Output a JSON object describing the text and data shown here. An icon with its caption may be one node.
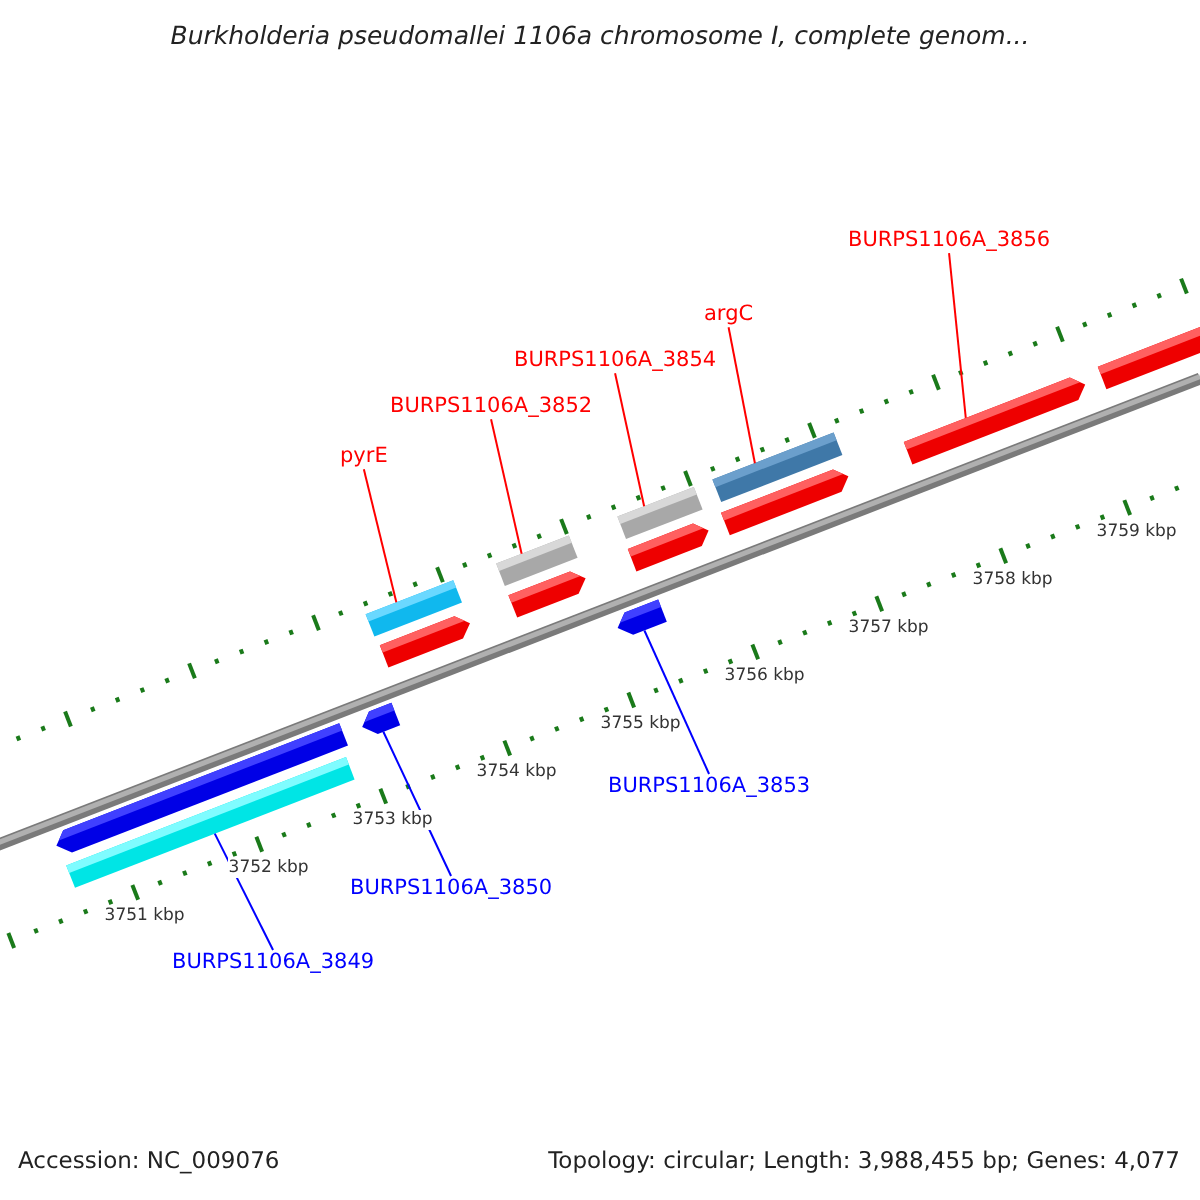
{
  "diagram": {
    "title": "Burkholderia pseudomallei 1106a chromosome I, complete genom...",
    "nodes": [
      {
        "text": [
          "BURPS1106A_3856"
        ]
      },
      {
        "text": [
          "argC"
        ]
      },
      {
        "text": [
          "BURPS1106A_3854"
        ]
      },
      {
        "text": [
          "BURPS1106A_3852"
        ]
      },
      {
        "text": [
          "pyrE"
        ]
      },
      {
        "text": [
          "BURPS1106A_3853"
        ]
      },
      {
        "text": [
          "BURPS1106A_3850"
        ]
      },
      {
        "text": [
          "BURPS1106A_3849"
        ]
      },
      {
        "text": [],
        "shape": "arrow"
      },
      {
        "text": [],
        "shape": "bar"
      },
      {
        "text": [],
        "shape": "arrow"
      },
      {
        "text": [],
        "shape": "bar"
      },
      {
        "text": [],
        "shape": "arrow"
      },
      {
        "text": [],
        "shape": "bar"
      },
      {
        "text": [],
        "shape": "arrow"
      },
      {
        "text": [],
        "shape": "arrow"
      },
      {
        "text": [],
        "shape": "bar"
      },
      {
        "text": [],
        "shape": "arrow"
      },
      {
        "text": [],
        "shape": "bar"
      },
      {
        "text": [],
        "shape": "arrow"
      },
      {
        "text": [],
        "shape": "arrow"
      },
      {
        "text": [],
        "shape": "arrow"
      }
    ],
    "edges": [
      {
        "from": 0,
        "to": 20,
        "arrow": "none"
      },
      {
        "from": 1,
        "to": 18,
        "arrow": "none"
      },
      {
        "from": 2,
        "to": 16,
        "arrow": "none"
      },
      {
        "from": 3,
        "to": 13,
        "arrow": "none"
      },
      {
        "from": 4,
        "to": 11,
        "arrow": "none"
      },
      {
        "from": 5,
        "to": 15,
        "arrow": "none",
        "color": "#0000ff"
      },
      {
        "from": 6,
        "to": 10,
        "arrow": "none",
        "color": "#0000ff"
      },
      {
        "from": 7,
        "to": 9,
        "arrow": "none",
        "color": "#0000ff"
      }
    ],
    "labels": [
      "3759 kbp",
      "3758 kbp",
      "3757 kbp",
      "3756 kbp",
      "3755 kbp",
      "3754 kbp",
      "3753 kbp",
      "3752 kbp",
      "3751 kbp",
      "Accession: NC_009076",
      "Topology: circular; Length: 3,988,455 bp; Genes: 4,077"
    ]
  }
}
